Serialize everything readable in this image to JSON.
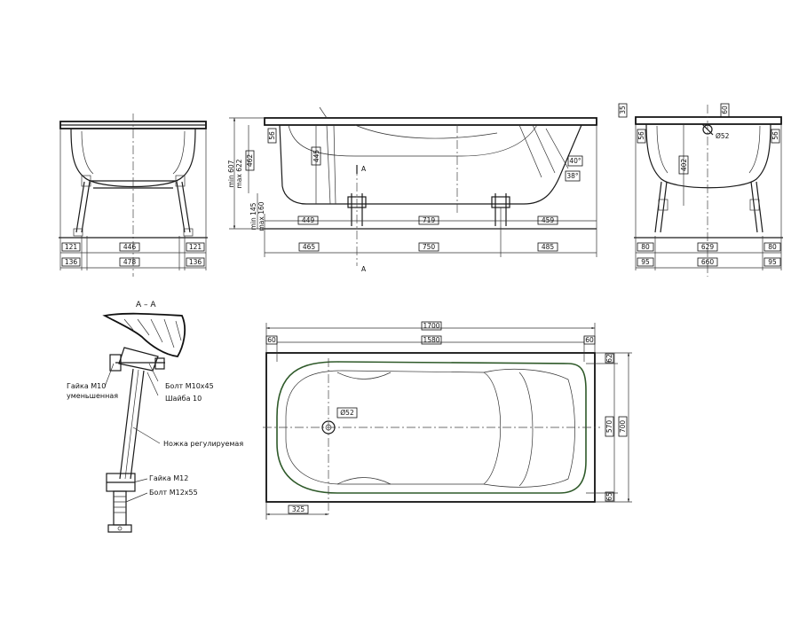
{
  "end_view_left": {
    "dims": {
      "d121_left": "121",
      "d446": "446",
      "d121_right": "121",
      "d136_left": "136",
      "d478": "478",
      "d136_right": "136"
    }
  },
  "side_view": {
    "height_labels": {
      "min_607": "min 607",
      "max_622": "max 622",
      "d462": "462",
      "min_145": "min 145",
      "max_160": "max 160"
    },
    "dims": {
      "d56": "56",
      "d445": "445",
      "d449": "449",
      "d719": "719",
      "d459": "459",
      "d465": "465",
      "d750": "750",
      "d485": "485",
      "a40": "40°",
      "a38": "38°"
    },
    "section_marker": "A"
  },
  "end_view_right": {
    "dims": {
      "d35": "35",
      "d60": "60",
      "phi52": "Ø52",
      "d56_left": "56",
      "d56_right": "56",
      "d402": "402",
      "d80_left": "80",
      "d629": "629",
      "d80_right": "80",
      "d95_left": "95",
      "d660": "660",
      "d95_right": "95"
    }
  },
  "section_aa": {
    "title": "A – A",
    "labels": {
      "nut_m10": "Гайка М10",
      "reduced": "уменьшенная",
      "bolt_m10": "Болт М10х45",
      "washer": "Шайба 10",
      "leg": "Ножка регулируемая",
      "nut_m12": "Гайка М12",
      "bolt_m12": "Болт М12х55"
    }
  },
  "plan_view": {
    "dims": {
      "d1700": "1700",
      "d1580": "1580",
      "d60_left": "60",
      "d60_right": "60",
      "d62_top": "62",
      "d570": "570",
      "d700": "700",
      "d65_bottom": "65",
      "phi52": "Ø52",
      "d325": "325"
    }
  }
}
